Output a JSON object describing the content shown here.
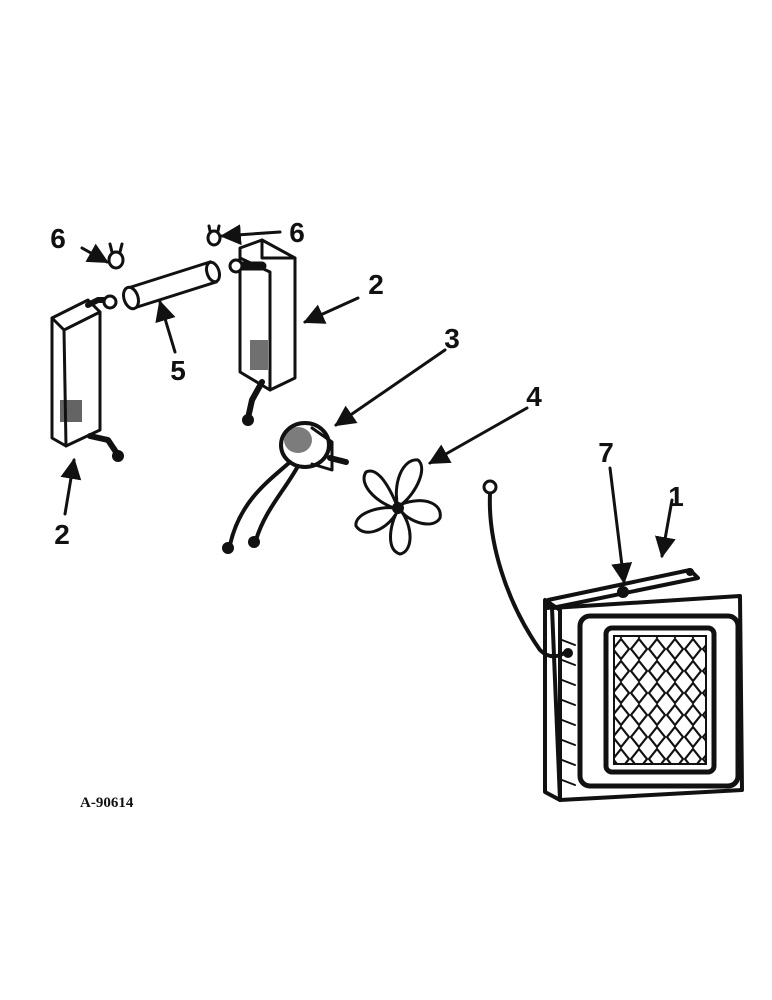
{
  "figure_id": "A-90614",
  "callouts": {
    "c1": "1",
    "c2a": "2",
    "c2b": "2",
    "c3": "3",
    "c4": "4",
    "c5": "5",
    "c6a": "6",
    "c6b": "6",
    "c7": "7"
  }
}
